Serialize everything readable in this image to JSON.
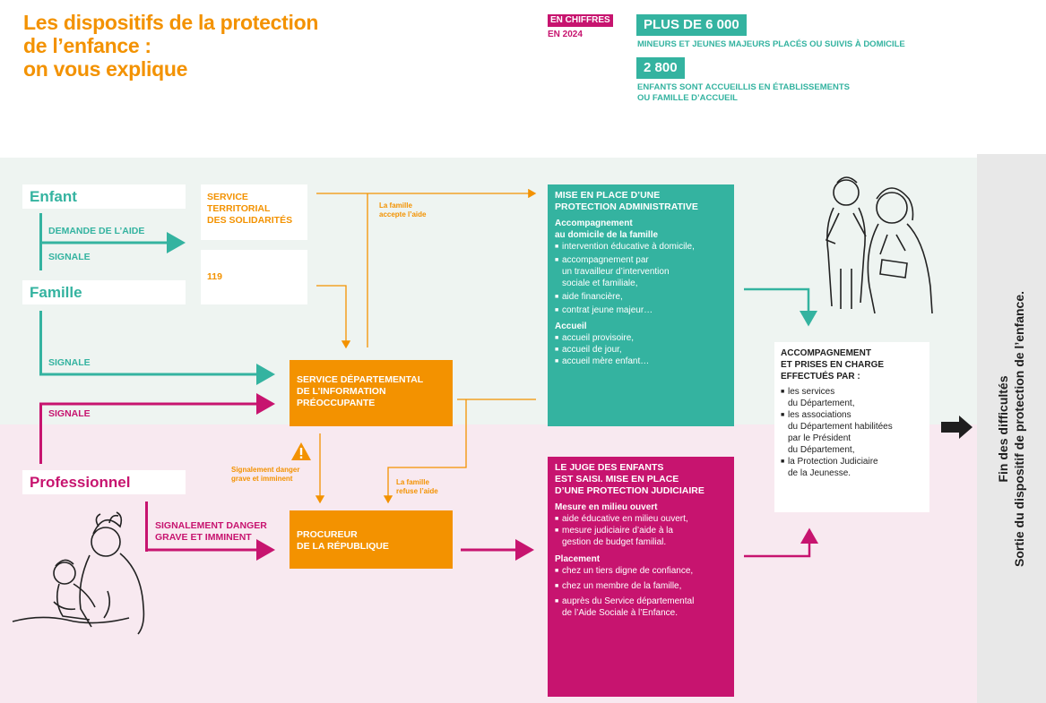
{
  "title": {
    "line1": "Les dispositifs de la protection",
    "line2": "de l’enfance :",
    "line3": "on vous explique"
  },
  "stats": {
    "tag": "EN CHIFFRES",
    "year": "EN 2024",
    "items": [
      {
        "value": "PLUS DE 6 000",
        "caption1": "MINEURS ET JEUNES MAJEURS PLACÉS OU SUIVIS À DOMICILE",
        "caption2": ""
      },
      {
        "value": "2 800",
        "caption1": "ENFANTS SONT ACCUEILLIS EN ÉTABLISSEMENTS",
        "caption2": "OU FAMILLE D’ACCUEIL"
      }
    ]
  },
  "actors": {
    "enfant": "Enfant",
    "famille": "Famille",
    "professionnel": "Professionnel"
  },
  "labels": {
    "demande": "DEMANDE DE L’AIDE",
    "signale1": "SIGNALE",
    "signale2": "SIGNALE",
    "signale3": "SIGNALE",
    "signalement_l1": "SIGNALEMENT DANGER",
    "signalement_l2": "GRAVE ET IMMINENT",
    "famille_accepte_l1": "La famille",
    "famille_accepte_l2": "accepte l’aide",
    "famille_refuse_l1": "La famille",
    "famille_refuse_l2": "refuse l’aide",
    "danger_l1": "Signalement danger",
    "danger_l2": "grave et imminent"
  },
  "services": {
    "sts_l1": "SERVICE",
    "sts_l2": "TERRITORIAL",
    "sts_l3": "DES SOLIDARITÉS",
    "n119": "119",
    "crip_l1": "SERVICE DÉPARTEMENTAL",
    "crip_l2": "DE L’INFORMATION",
    "crip_l3": "PRÉOCCUPANTE",
    "procureur_l1": "PROCUREUR",
    "procureur_l2": "DE LA RÉPUBLIQUE"
  },
  "admin": {
    "head1": "MISE EN PLACE D’UNE",
    "head2": "PROTECTION ADMINISTRATIVE",
    "sub1_l1": "Accompagnement",
    "sub1_l2": "au domicile de la famille",
    "items1": [
      [
        "intervention éducative à domicile,"
      ],
      [
        "accompagnement par",
        "un travailleur d’intervention",
        "sociale et familiale,"
      ],
      [
        "aide financière,"
      ],
      [
        "contrat jeune majeur…"
      ]
    ],
    "sub2": "Accueil",
    "items2": [
      [
        "accueil provisoire,"
      ],
      [
        "accueil de jour,"
      ],
      [
        "accueil mère enfant…"
      ]
    ]
  },
  "judiciaire": {
    "head1": "LE JUGE DES ENFANTS",
    "head2": "EST SAISI. MISE EN PLACE",
    "head3": "D’UNE PROTECTION JUDICIAIRE",
    "sub1": "Mesure en milieu ouvert",
    "items1": [
      [
        "aide éducative en milieu ouvert,"
      ],
      [
        "mesure judiciaire d’aide à la",
        "gestion de budget familial."
      ]
    ],
    "sub2": "Placement",
    "items2": [
      [
        "chez un tiers digne de confiance,"
      ],
      [
        "chez un membre de la famille,"
      ],
      [
        "auprès du Service départemental",
        "de l’Aide Sociale à l’Enfance."
      ]
    ]
  },
  "accompagnement": {
    "head1": "ACCOMPAGNEMENT",
    "head2": "ET PRISES EN CHARGE",
    "head3": "EFFECTUÉS PAR :",
    "items": [
      [
        "les services",
        "du Département,"
      ],
      [
        "les associations",
        "du Département habilitées",
        "par le Président",
        "du Département,"
      ],
      [
        "la Protection Judiciaire",
        "de la Jeunesse."
      ]
    ]
  },
  "sortie": {
    "line1": "Fin des difficultés",
    "line2": "Sortie du dispositif de protection de l’enfance."
  },
  "colors": {
    "teal": "#34b3a0",
    "pink": "#c7146f",
    "orange": "#f39200",
    "green_band": "#eef4f1",
    "pink_band": "#f8e9f0"
  },
  "icons": [
    "warning-icon",
    "arrow-right-icon",
    "children-illustration",
    "mother-illustration"
  ]
}
